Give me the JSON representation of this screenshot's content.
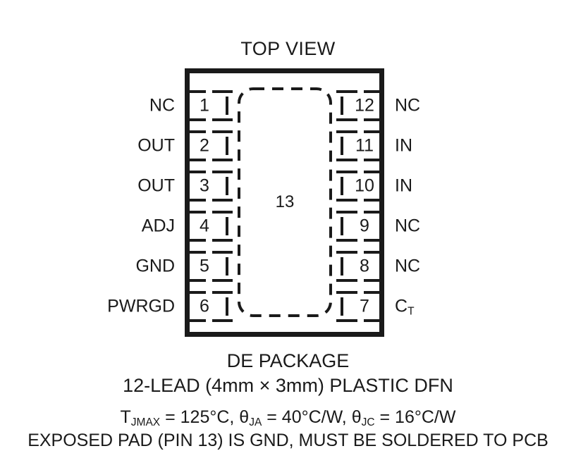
{
  "diagram": {
    "title": "TOP VIEW",
    "package_body": {
      "exposed_pad_number": "13"
    },
    "pins_left": [
      {
        "number": "1",
        "label": "NC"
      },
      {
        "number": "2",
        "label": "OUT"
      },
      {
        "number": "3",
        "label": "OUT"
      },
      {
        "number": "4",
        "label": "ADJ"
      },
      {
        "number": "5",
        "label": "GND"
      },
      {
        "number": "6",
        "label": "PWRGD"
      }
    ],
    "pins_right": [
      {
        "number": "12",
        "label": "NC"
      },
      {
        "number": "11",
        "label": "IN"
      },
      {
        "number": "10",
        "label": "IN"
      },
      {
        "number": "9",
        "label": "NC"
      },
      {
        "number": "8",
        "label": "NC"
      },
      {
        "number": "7",
        "label": "CT",
        "label_base": "C",
        "label_sub": "T"
      }
    ],
    "caption": {
      "package_name": "DE PACKAGE",
      "package_desc": "12-LEAD (4mm × 3mm) PLASTIC DFN",
      "thermal_tjmax_base": "T",
      "thermal_tjmax_sub": "JMAX",
      "thermal_tjmax_value": " = 125°C, ",
      "thermal_theta_ja_base": "θ",
      "thermal_theta_ja_sub": "JA",
      "thermal_theta_ja_value": " = 40°C/W, ",
      "thermal_theta_jc_base": "θ",
      "thermal_theta_jc_sub": "JC",
      "thermal_theta_jc_value": " = 16°C/W",
      "note": "EXPOSED PAD (PIN 13) IS GND, MUST BE SOLDERED TO PCB"
    },
    "colors": {
      "ink": "#1a1a1a",
      "background": "#ffffff"
    }
  }
}
